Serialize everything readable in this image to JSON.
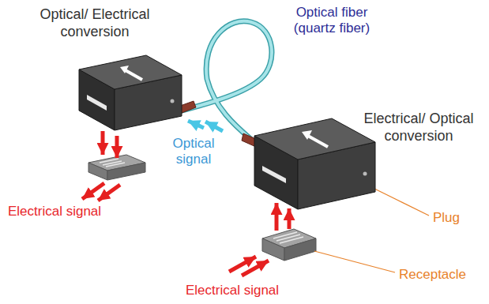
{
  "diagram": {
    "nodes": [
      {
        "text": [
          "Optical/ Electrical conversion"
        ]
      },
      {
        "text": [
          "Electrical/ Optical conversion"
        ]
      }
    ],
    "edges": [
      {
        "from": 1,
        "to": 0,
        "arrow": "none"
      }
    ],
    "labels": [
      "Optical fiber (quartz fiber)",
      "Optical signal",
      "Electrical signal",
      "Plug",
      "Receptacle",
      "Electrical signal"
    ]
  }
}
